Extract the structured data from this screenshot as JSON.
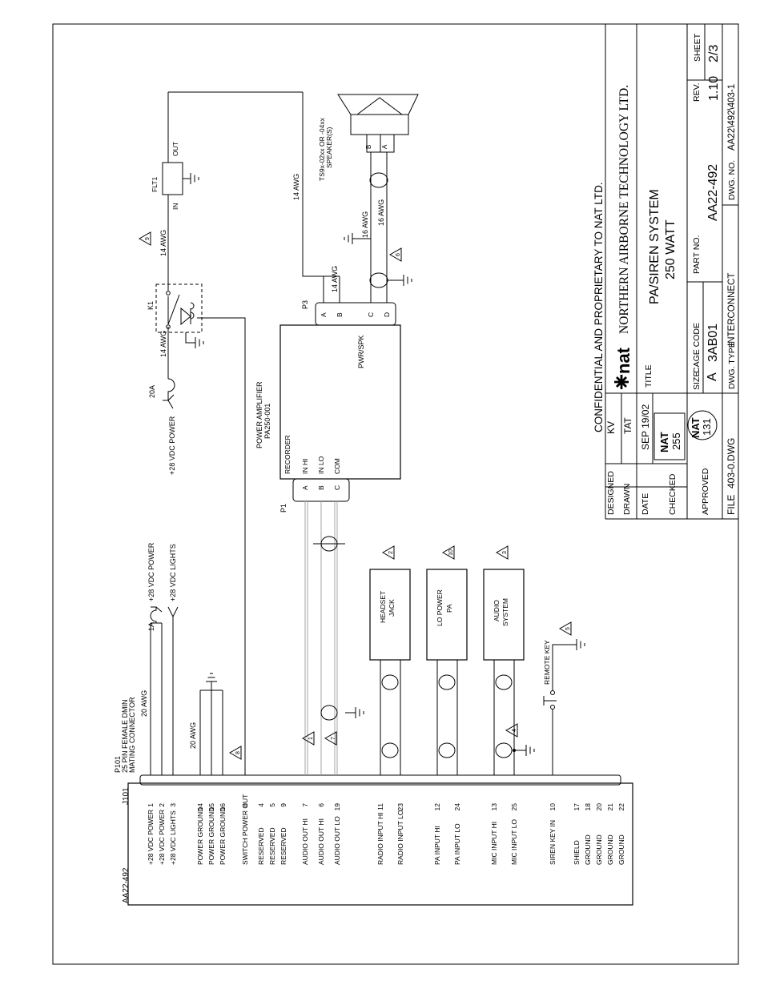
{
  "confidential": "CONFIDENTIAL AND PROPRIETARY TO NAT LTD.",
  "company": "NORTHERN AIRBORNE TECHNOLOGY LTD.",
  "logo": "nat",
  "title_block": {
    "designed_label": "DESIGNED",
    "designed_value": "KV",
    "drawn_label": "DRAWN",
    "drawn_value": "TAT",
    "date_label": "DATE",
    "date_value": "SEP 19/02",
    "checked_label": "CHECKED",
    "checked_stamp_top": "NAT",
    "checked_stamp_num": "255",
    "approved_label": "APPROVED",
    "approved_stamp_top": "NAT",
    "approved_stamp_num": "131",
    "file_label": "FILE",
    "file_value": "403-0.DWG",
    "title_label": "TITLE",
    "title_line1": "PA/SIREN SYSTEM",
    "title_line2": "250 WATT",
    "size_label": "SIZE",
    "size_value": "A",
    "cage_label": "CAGE CODE",
    "cage_value": "3AB01",
    "part_label": "PART NO.",
    "part_value": "AA22-492",
    "rev_label": "REV.",
    "rev_value": "1.10",
    "sheet_label": "SHEET",
    "sheet_value": "2/3",
    "dwg_type_label": "DWG. TYPE",
    "dwg_type_value": "INTERCONNECT",
    "dwg_no_label": "DWG. NO.",
    "dwg_no_value": "AA22\\492\\403-1"
  },
  "unit": {
    "name": "AA22-492",
    "connector": "J101",
    "pins": [
      {
        "label": "+28 VDC POWER",
        "num": "1"
      },
      {
        "label": "+28 VDC POWER",
        "num": "2"
      },
      {
        "label": "+28 VDC LIGHTS",
        "num": "3"
      },
      {
        "label": "POWER GROUND",
        "num": "14"
      },
      {
        "label": "POWER GROUND",
        "num": "15"
      },
      {
        "label": "POWER GROUND",
        "num": "16"
      },
      {
        "label": "SWITCH POWER OUT",
        "num": "8"
      },
      {
        "label": "RESERVED",
        "num": "4"
      },
      {
        "label": "RESERVED",
        "num": "5"
      },
      {
        "label": "RESERVED",
        "num": "9"
      },
      {
        "label": "AUDIO OUT HI",
        "num": "7"
      },
      {
        "label": "AUDIO OUT HI",
        "num": "6"
      },
      {
        "label": "AUDIO OUT LO",
        "num": "19"
      },
      {
        "label": "RADIO INPUT HI",
        "num": "11"
      },
      {
        "label": "RADIO INPUT LO",
        "num": "23"
      },
      {
        "label": "PA INPUT HI",
        "num": "12"
      },
      {
        "label": "PA INPUT LO",
        "num": "24"
      },
      {
        "label": "MIC INPUT HI",
        "num": "13"
      },
      {
        "label": "MIC INPUT LO",
        "num": "25"
      },
      {
        "label": "SIREN KEY IN",
        "num": "10"
      },
      {
        "label": "SHIELD",
        "num": "17"
      },
      {
        "label": "GROUND",
        "num": "18"
      },
      {
        "label": "GROUND",
        "num": "20"
      },
      {
        "label": "GROUND",
        "num": "21"
      },
      {
        "label": "GROUND",
        "num": "22"
      }
    ]
  },
  "p101": {
    "line1": "P101",
    "line2": "25 PIN FEMALE DMIN",
    "line3": "MATING CONNECTOR",
    "awg": "20 AWG"
  },
  "wiring": {
    "pwr1": "+28 VDC POWER",
    "lights": "+28 VDC LIGHTS",
    "fuse1": "1A",
    "gnd_awg": "20 AWG",
    "pwr2": "+28 VDC POWER",
    "fuse2": "20A",
    "k1_awg": "14 AWG",
    "relay": "K1",
    "flt": "FLT1",
    "flt_in": "IN",
    "flt_out": "OUT",
    "flt_awg": "14 AWG",
    "spk_awg": "14 AWG",
    "p3_b_awg": "14 AWG",
    "cd_awg1": "16 AWG",
    "cd_awg2": "16 AWG",
    "remote_key": "REMOTE KEY"
  },
  "amp": {
    "line1": "POWER AMPLIFIER",
    "line2": "PA250-001",
    "p1": "P1",
    "p3": "P3",
    "p1_pins": [
      "A",
      "B",
      "C"
    ],
    "p1_labels": [
      "RECORDER",
      "IN HI",
      "IN LO",
      "COM"
    ],
    "p3_pins": [
      "A",
      "B",
      "C",
      "D"
    ],
    "pwr_label": "PWR/SPK"
  },
  "speaker": {
    "line1": "TS9x-02xx OR -04xx",
    "line2": "SPEAKER(S)",
    "pin_b": "B",
    "pin_a": "A"
  },
  "devices": {
    "headset_1": "HEADSET",
    "headset_2": "JACK",
    "lopower_1": "LO POWER",
    "lopower_2": "PA",
    "audio_1": "AUDIO",
    "audio_2": "SYSTEM"
  },
  "notes": {
    "n1": "1",
    "n2": "2",
    "n3": "3",
    "n4": "4",
    "n5": "5",
    "n6": "6",
    "n7": "7",
    "n8": "8",
    "n9": "9",
    "n10": "10"
  }
}
